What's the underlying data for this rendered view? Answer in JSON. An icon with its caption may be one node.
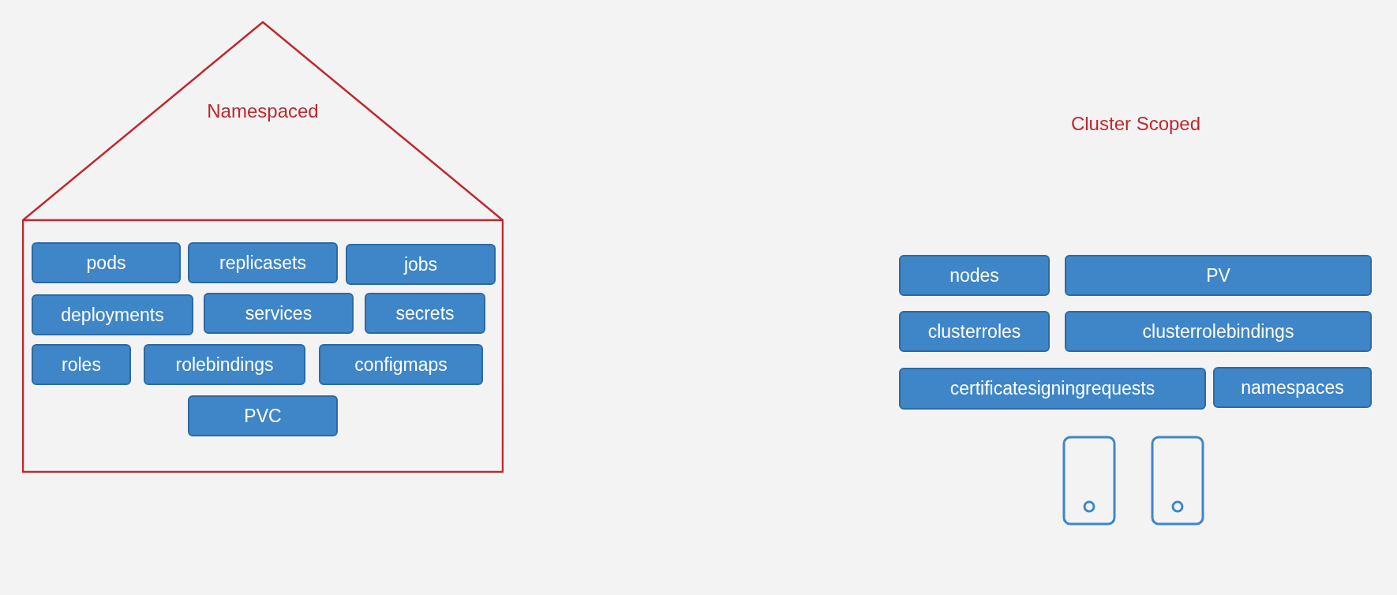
{
  "diagram": {
    "nodes": [
      {
        "text": [
          "Namespaced"
        ]
      },
      {
        "text": [
          "pods"
        ],
        "in": 0
      },
      {
        "text": [
          "replicasets"
        ],
        "in": 0
      },
      {
        "text": [
          "jobs"
        ],
        "in": 0
      },
      {
        "text": [
          "deployments"
        ],
        "in": 0
      },
      {
        "text": [
          "services"
        ],
        "in": 0
      },
      {
        "text": [
          "secrets"
        ],
        "in": 0
      },
      {
        "text": [
          "roles"
        ],
        "in": 0
      },
      {
        "text": [
          "rolebindings"
        ],
        "in": 0
      },
      {
        "text": [
          "configmaps"
        ],
        "in": 0
      },
      {
        "text": [
          "PVC"
        ],
        "in": 0
      },
      {
        "text": [
          "nodes"
        ]
      },
      {
        "text": [
          "PV"
        ]
      },
      {
        "text": [
          "clusterroles"
        ]
      },
      {
        "text": [
          "clusterrolebindings"
        ]
      },
      {
        "text": [
          "certificatesigningrequests"
        ]
      },
      {
        "text": [
          "namespaces"
        ]
      }
    ],
    "labels": [
      "Cluster Scoped"
    ]
  }
}
